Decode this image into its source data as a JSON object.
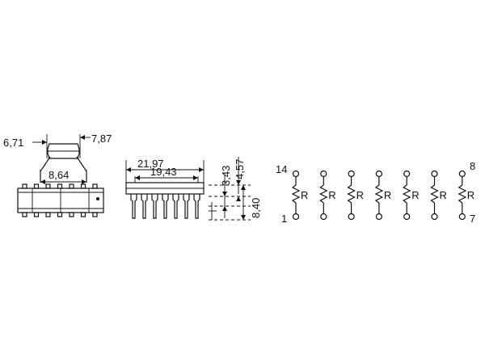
{
  "front_view": {
    "dim_left": "6,71",
    "dim_right": "7,87",
    "dim_width": "8,64"
  },
  "side_view": {
    "dim_overall": "21,97",
    "dim_pitch_span": "19,43",
    "dim_standoff": "3,43",
    "dim_body": "4,57",
    "dim_total_height": "8,40"
  },
  "schematic": {
    "resistor_count": 7,
    "resistor_label": "R",
    "pin_top_left": "14",
    "pin_bottom_left": "1",
    "pin_top_right": "8",
    "pin_bottom_right": "7"
  }
}
